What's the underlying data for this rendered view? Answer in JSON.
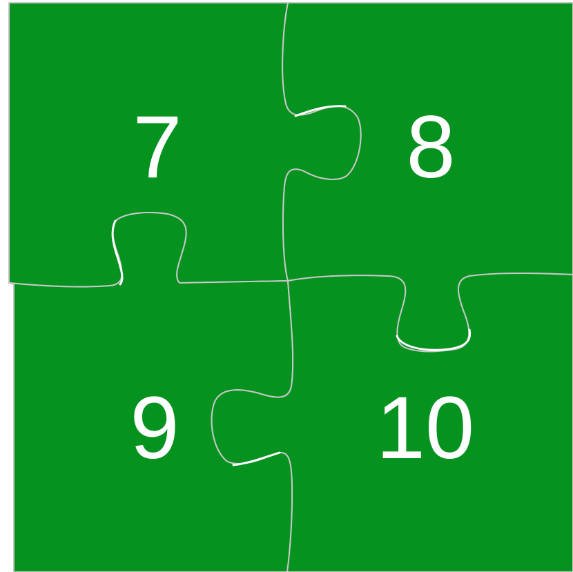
{
  "puzzle": {
    "fill_color": "#05921f",
    "seam_color": "#c8c8c8",
    "seam_highlight_color": "#ffffff",
    "number_color": "#ffffff",
    "pieces": [
      {
        "id": "top-left",
        "number": "7"
      },
      {
        "id": "top-right",
        "number": "8"
      },
      {
        "id": "bottom-left",
        "number": "9"
      },
      {
        "id": "bottom-right",
        "number": "10"
      }
    ]
  }
}
